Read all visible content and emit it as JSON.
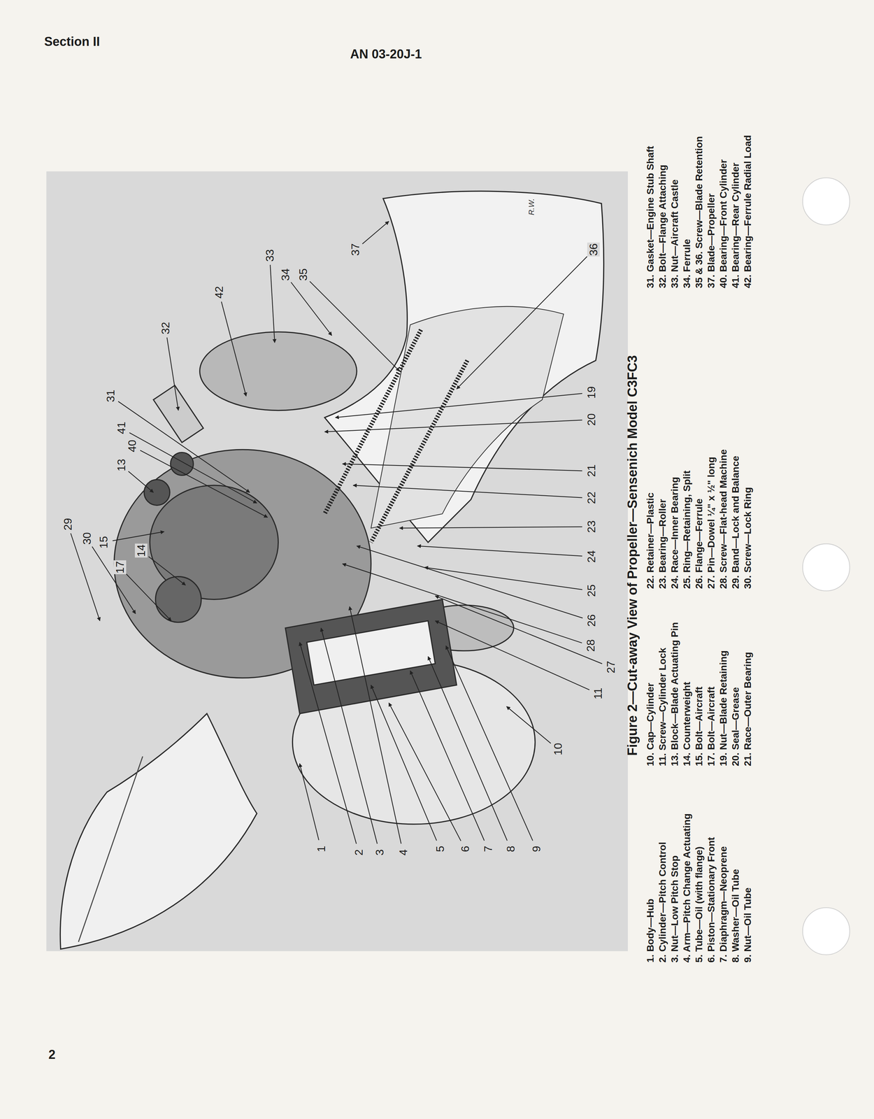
{
  "diagram": {
    "caption": "Figure 2—Cut-away View of Propeller—Sensenich Model C3FC3",
    "labels": [
      "Section II",
      "AN 03-20J-1",
      "1",
      "2",
      "3",
      "4",
      "5",
      "6",
      "7",
      "8",
      "9",
      "10",
      "11",
      "13",
      "14",
      "15",
      "17",
      "19",
      "20",
      "21",
      "22",
      "23",
      "24",
      "25",
      "26",
      "27",
      "28",
      "29",
      "30",
      "31",
      "32",
      "33",
      "34",
      "35",
      "36",
      "37",
      "40",
      "41",
      "42",
      "R.W.",
      "1. Body—Hub",
      "2. Cylinder—Pitch Control",
      "3. Nut—Low Pitch Stop",
      "4. Arm—Pitch Change Actuating",
      "5. Tube—Oil (with flange)",
      "6. Piston—Stationary Front",
      "7. Diaphragm—Neoprene",
      "8. Washer—Oil Tube",
      "9. Nut—Oil Tube",
      "10. Cap—Cylinder",
      "11. Screw—Cylinder Lock",
      "13. Block—Blade Actuating Pin",
      "14. Counterweight",
      "15. Bolt—Aircraft",
      "17. Bolt—Aircraft",
      "19. Nut—Blade Retaining",
      "20. Seal—Grease",
      "21. Race—Outer Bearing",
      "22. Retainer—Plastic",
      "23. Bearing—Roller",
      "24. Race—Inner Bearing",
      "25. Ring—Retaining, Split",
      "26. Flange—Ferrule",
      "27. Pin—Dowel ¼\" x ½\" long",
      "28. Screw—Flat-head Machine",
      "29. Band—Lock and Balance",
      "30. Screw—Lock Ring",
      "31. Gasket—Engine Stub Shaft",
      "32. Bolt—Flange Attaching",
      "33. Nut—Aircraft Castle",
      "34. Ferrule",
      "35 & 36. Screw—Blade Retention",
      "37. Blade—Propeller",
      "40. Bearing—Front Cylinder",
      "41. Bearing—Rear Cylinder",
      "42. Bearing—Ferrule Radial Load",
      "2"
    ]
  }
}
